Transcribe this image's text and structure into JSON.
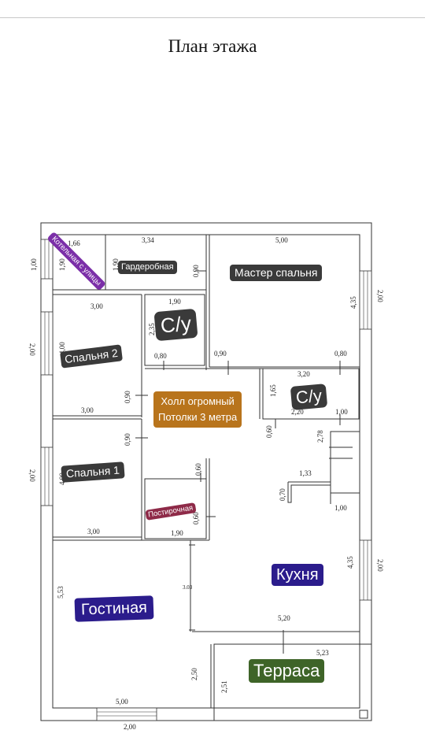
{
  "page": {
    "title": "План этажа"
  },
  "rooms": {
    "boiler": "Котельная с улицы",
    "wardrobe": "Гардеробная",
    "master": "Мастер спальня",
    "bath1": "С/у",
    "bath2": "С/у",
    "bed2": "Спальня 2",
    "bed1": "Спальня 1",
    "hall_line1": "Холл огромный",
    "hall_line2": "Потолки 3 метра",
    "laundry": "Постирочная",
    "kitchen": "Кухня",
    "living": "Гостиная",
    "terrace": "Терраса"
  },
  "colors": {
    "dark_label": "#3a3a3a",
    "purple_label": "#7b2fa8",
    "hall_label": "#b8741c",
    "laundry_label": "#8e2a48",
    "kitchen_label": "#2b1c8c",
    "living_label": "#2b1c8c",
    "terrace_label": "#3e6428"
  },
  "dims": {
    "d_boiler_w": "1,66",
    "d_boiler_h": "1,90",
    "d_wardrobe_w": "3,34",
    "d_wardrobe_h": "1,90",
    "d_wardrobe_door": "0,90",
    "d_master_w": "5,00",
    "d_master_h": "4,35",
    "d_left_top": "1,00",
    "d_right_win1": "2,00",
    "d_bath1_w": "1,90",
    "d_bath1_h": "2,35",
    "d_bath1_door": "0,80",
    "d_bed2_top": "3,00",
    "d_bed2_h": "4,00",
    "d_bed2_bot": "3,00",
    "d_left_win1": "2,00",
    "d_bed2_door": "0,90",
    "d_master_door1": "0,90",
    "d_master_door2": "0,80",
    "d_bath2_w": "3,20",
    "d_bath2_h": "1,65",
    "d_bath2_small": "2,20",
    "d_bath2_door": "1,00",
    "d_hall_door": "0,60",
    "d_stair_h": "2,78",
    "d_bed1_door": "0,90",
    "d_bed1_h": "4,00",
    "d_left_win2": "2,00",
    "d_laundry_top": "0,60",
    "d_counter_w": "1,33",
    "d_counter_h": "0,70",
    "d_laundry_side": "0,60",
    "d_bed1_bot": "3,00",
    "d_laundry_w": "1,90",
    "d_kitchen_top": "1,00",
    "d_kitchen_h": "4,35",
    "d_right_win2": "2,00",
    "d_ceiling": "3.03",
    "d_living_h": "5,53",
    "d_kitchen_w": "5,20",
    "d_terrace_w": "5,23",
    "d_living_side": "2,50",
    "d_terrace_h": "2,51",
    "d_living_w": "5,00",
    "d_bottom_win": "2,00"
  }
}
